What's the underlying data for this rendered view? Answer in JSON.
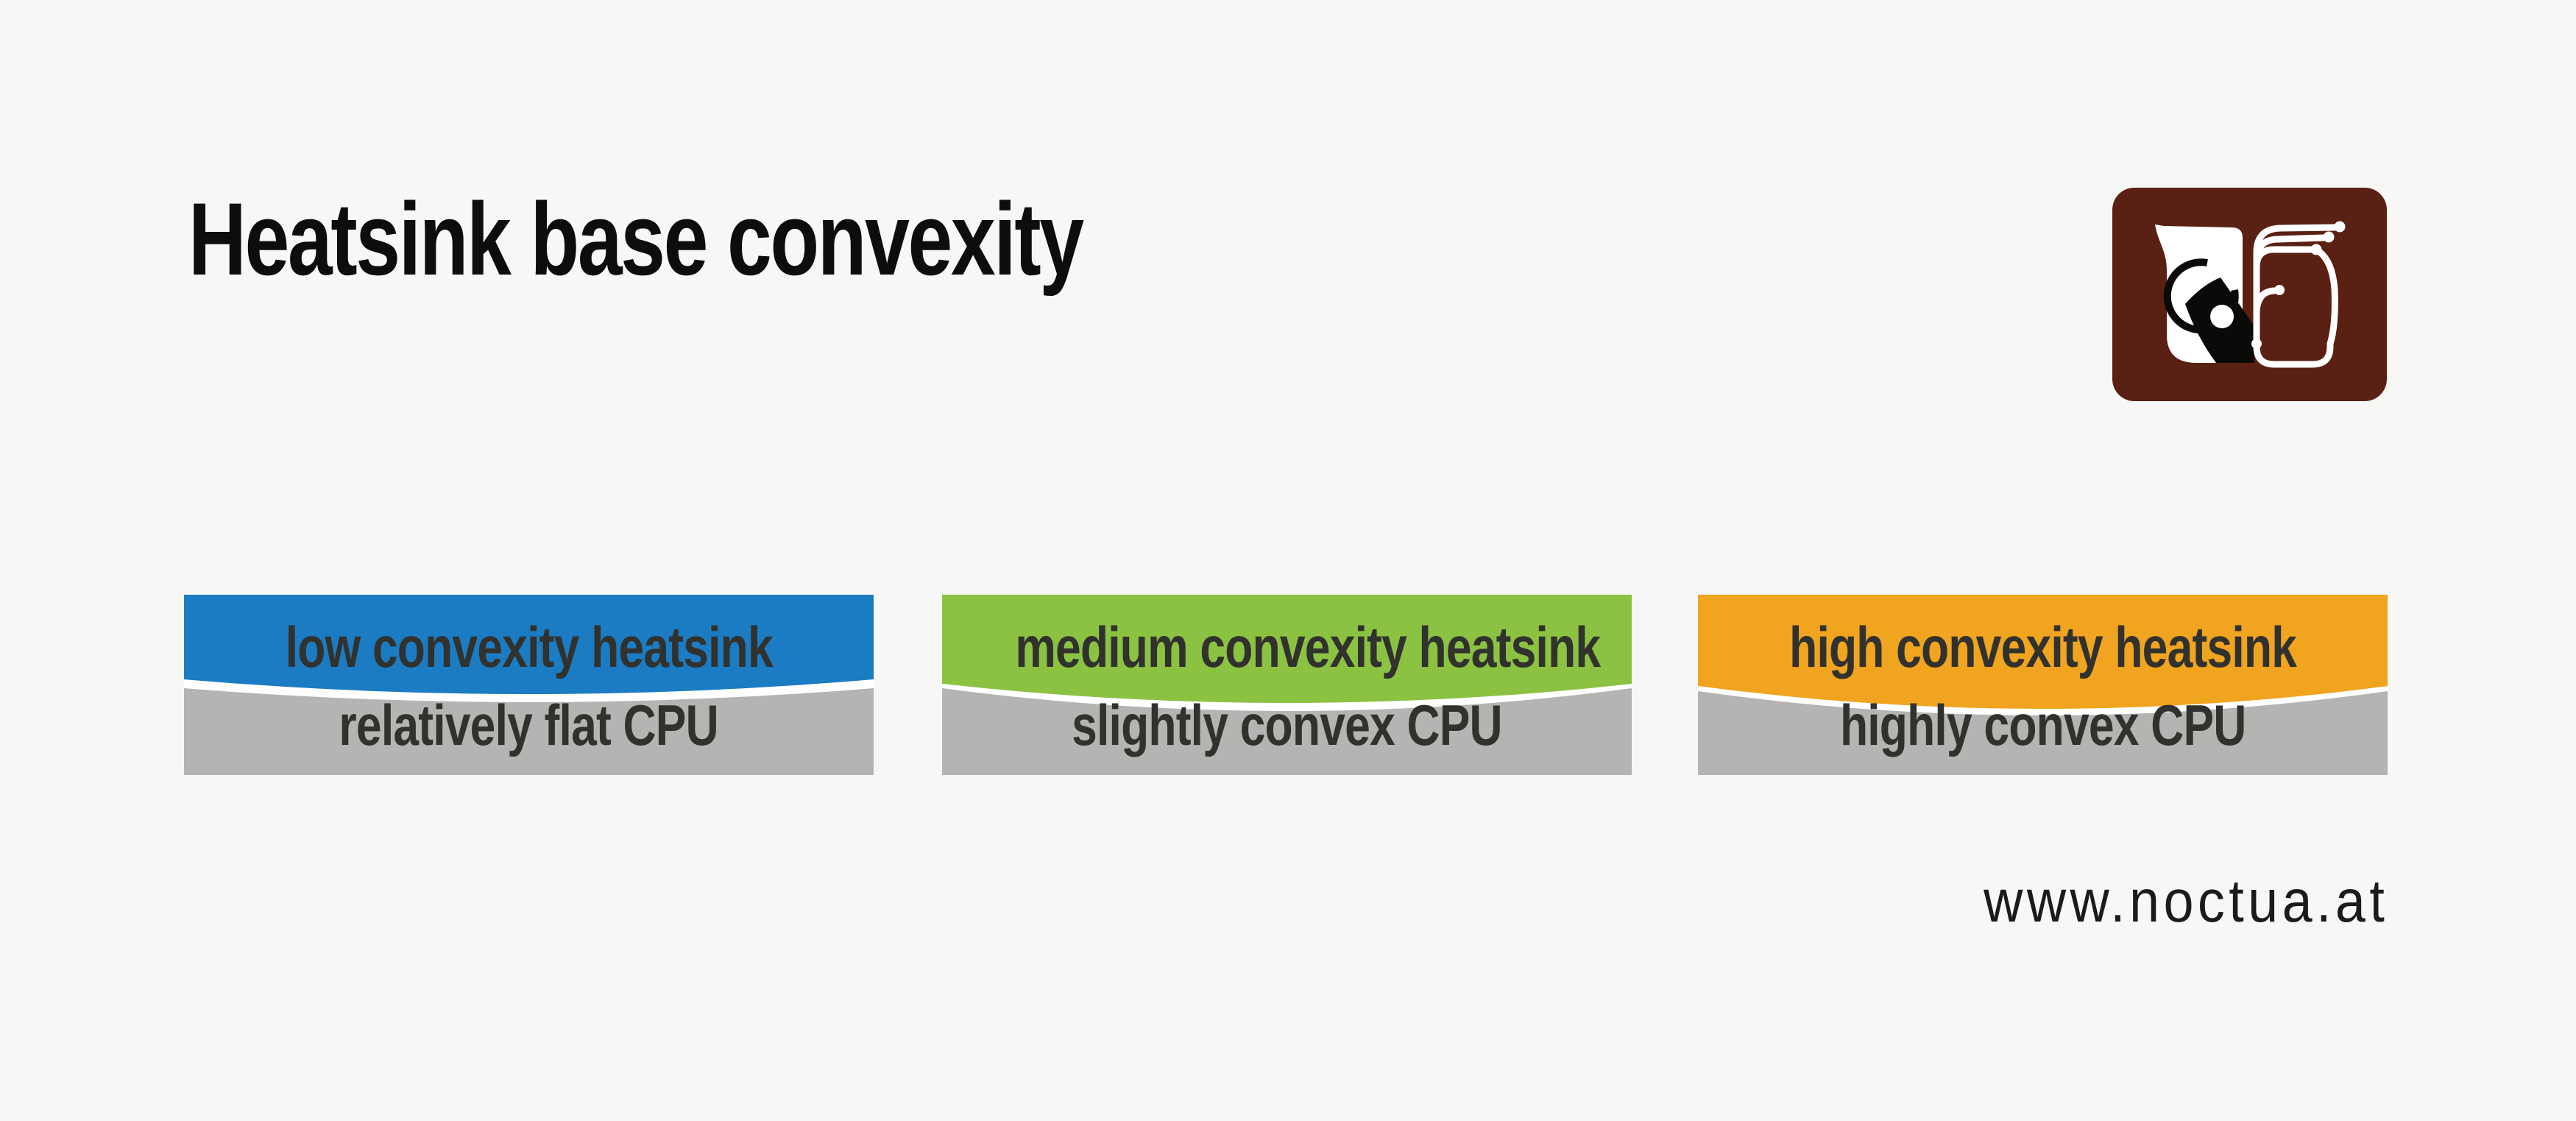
{
  "page": {
    "background": "#f7f7f6"
  },
  "title": {
    "text": "Heatsink base convexity",
    "color": "#0d0d0d"
  },
  "logo": {
    "name": "noctua-owl-fan-logo",
    "background": "#5a2013",
    "foreground": "#ffffff",
    "dark": "#0a0a08"
  },
  "labels": {
    "color": "#31312e"
  },
  "bond_gap_color": "#ffffff",
  "cpu_color": "#b5b4b3",
  "pairs": [
    {
      "convexity": "low",
      "heatsink_label": "low convexity heatsink",
      "cpu_label": "relatively flat CPU",
      "heatsink_color": "#1b7cc3"
    },
    {
      "convexity": "medium",
      "heatsink_label": "medium convexity heatsink",
      "cpu_label": "slightly convex CPU",
      "heatsink_color": "#8cc242"
    },
    {
      "convexity": "high",
      "heatsink_label": "high convexity heatsink",
      "cpu_label": "highly convex CPU",
      "heatsink_color": "#f0a41f"
    }
  ],
  "footer": {
    "website": "www.noctua.at",
    "color": "#1b1b1b"
  }
}
